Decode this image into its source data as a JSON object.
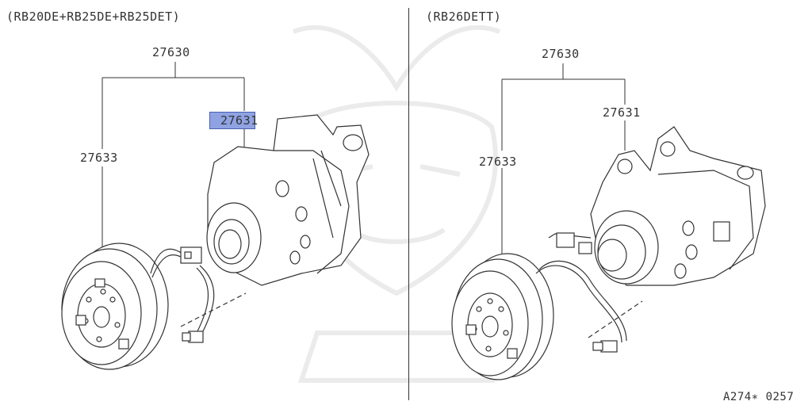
{
  "left": {
    "caption": "(RB20DE+RB25DE+RB25DET)",
    "parts": {
      "assembly": "27630",
      "compressor": "27631",
      "clutch": "27633"
    }
  },
  "right": {
    "caption": "(RB26DETT)",
    "parts": {
      "assembly": "27630",
      "compressor": "27631",
      "clutch": "27633"
    }
  },
  "footer": {
    "code": "A274∗ 0257"
  },
  "highlight": {
    "part": "27631",
    "color": "#8fa3e3"
  }
}
